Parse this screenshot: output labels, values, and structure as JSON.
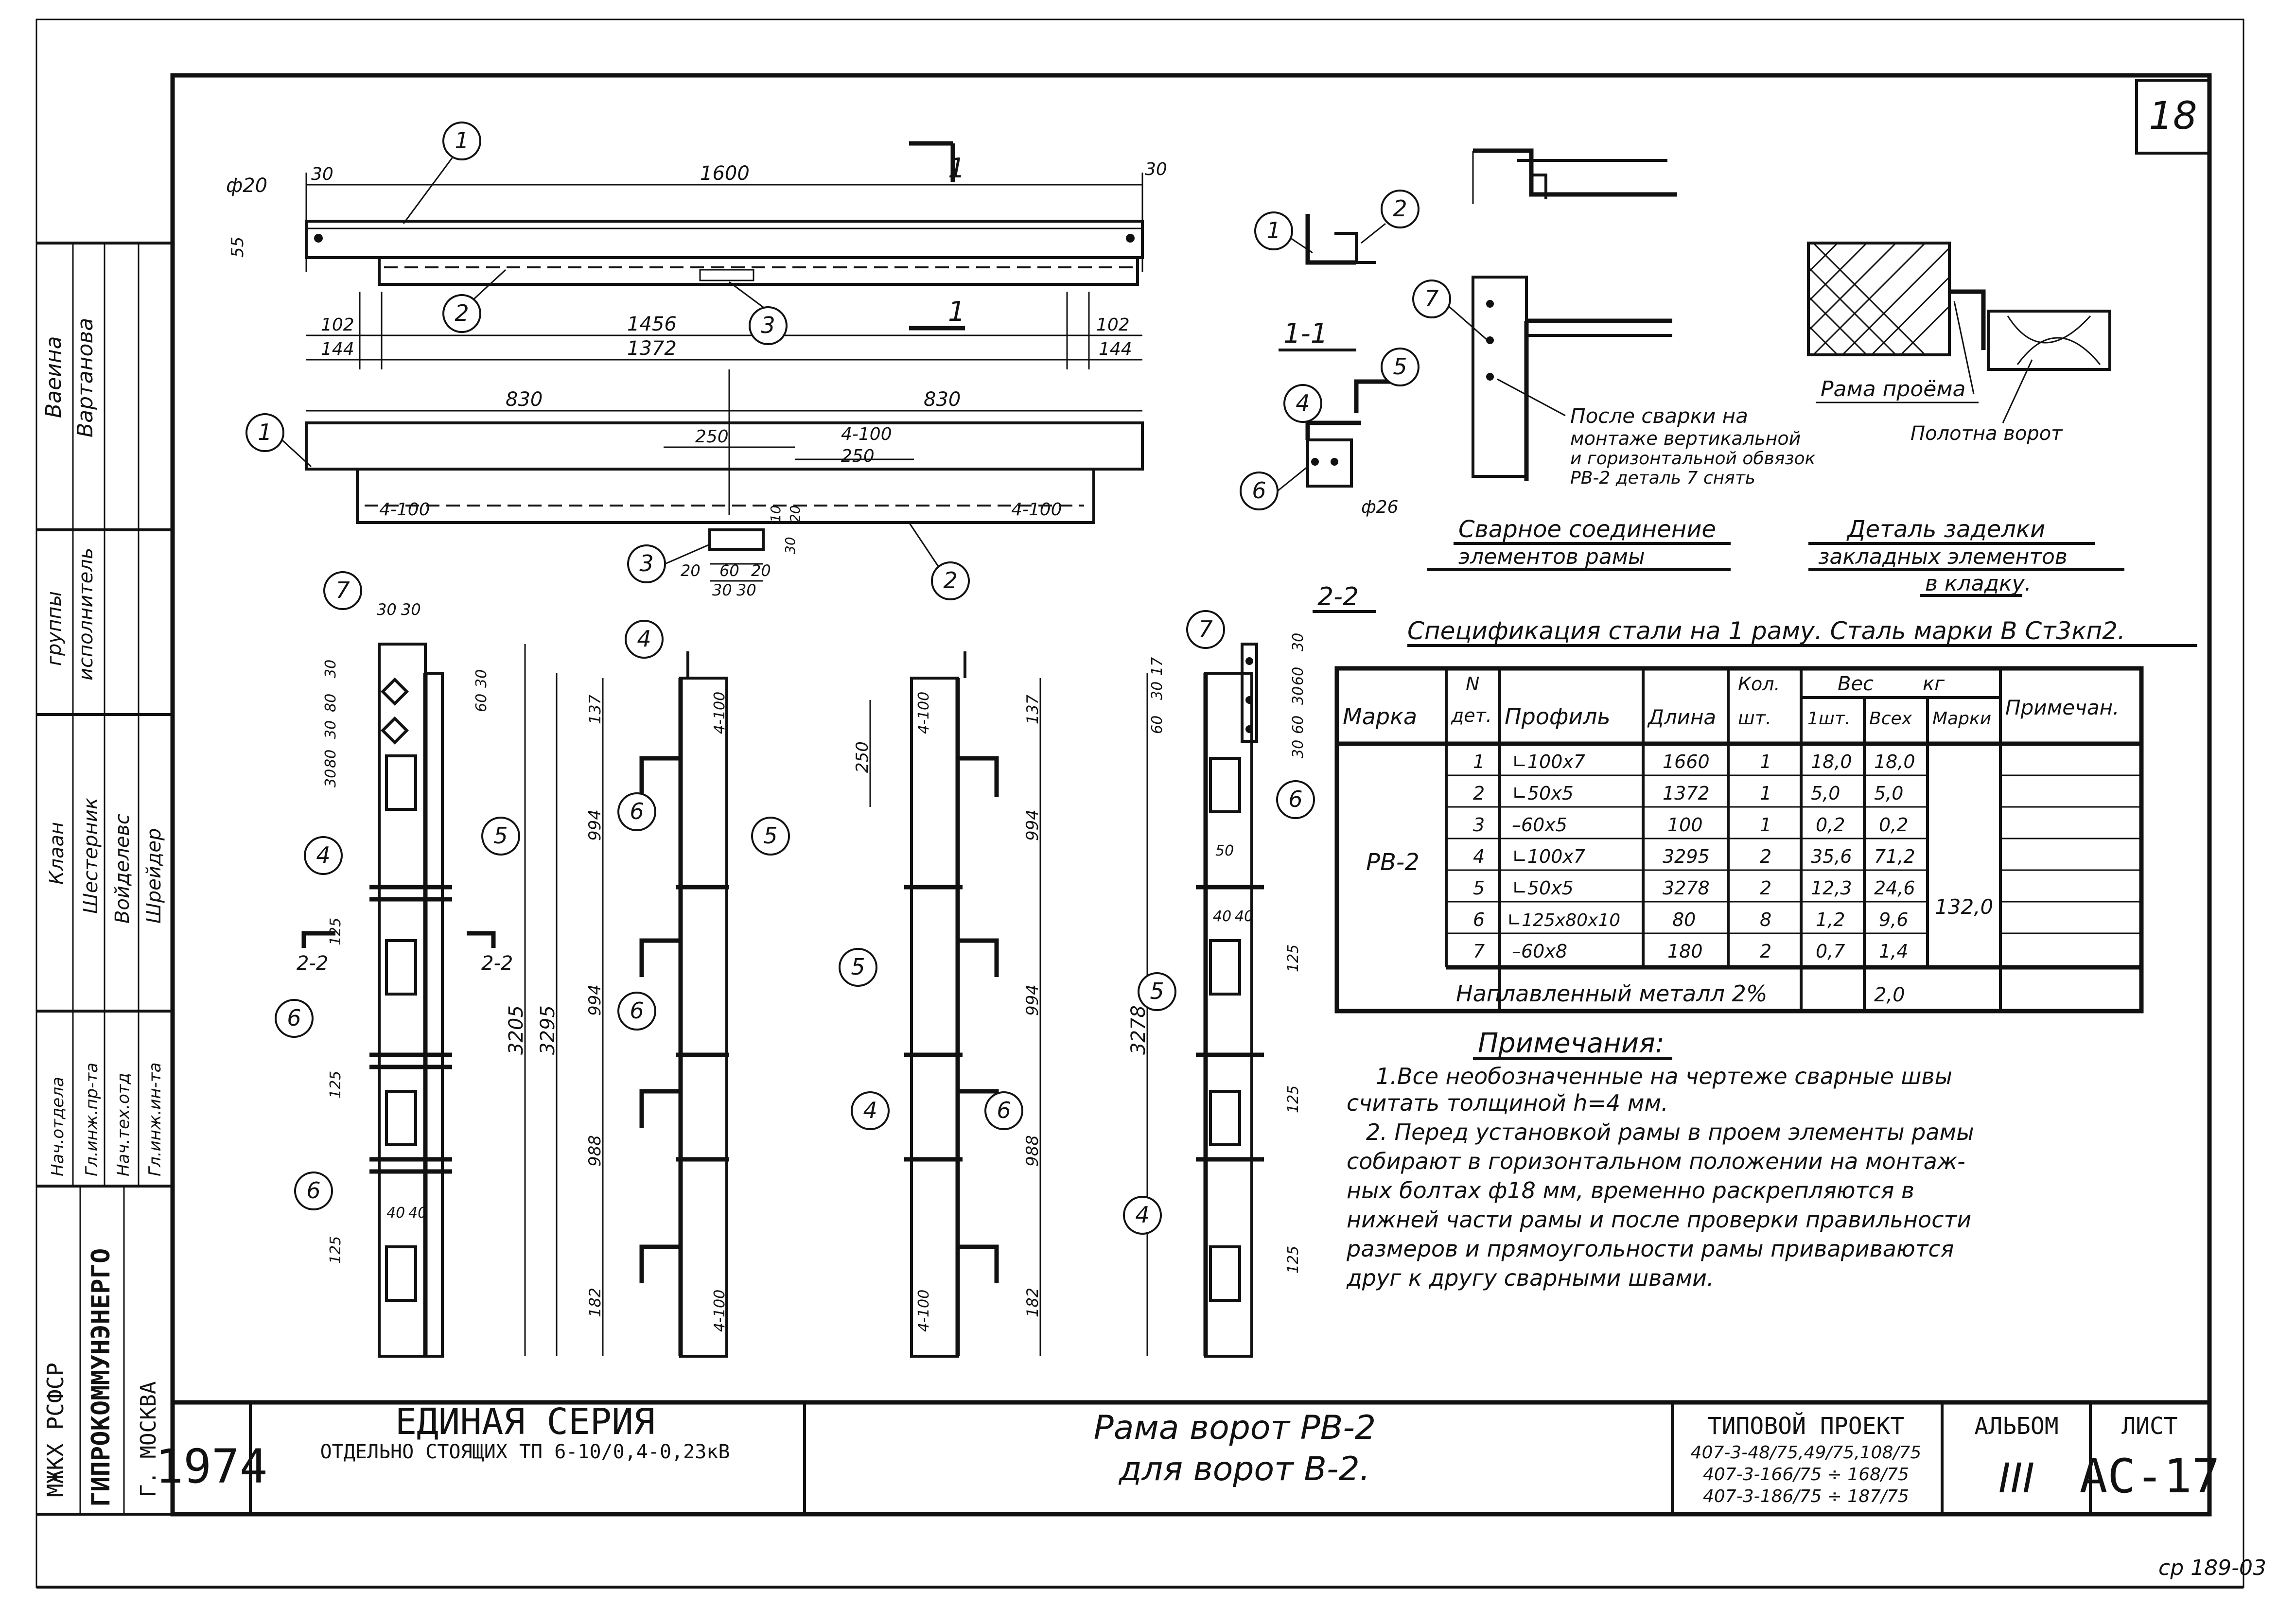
{
  "sheet": {
    "page_number": "18",
    "archive_code": "ср 189-03"
  },
  "left_strip": {
    "org": "МЖКХ РСФСР",
    "institute": "ГИПРОКОММУНЭНЕРГО",
    "city": "Г. МОСКВА",
    "roles": [
      "Гл.инж.ин-та",
      "Нач.тех.отд",
      "Гл.инж.пр-та",
      "Нач.отдела"
    ],
    "signature_names": [
      "Шрейдер",
      "Войделевс",
      "Шестерник",
      "Клаан"
    ],
    "group_label": [
      "группы",
      "исполнитель"
    ],
    "upper_names": [
      "Ваеина",
      "Вартанова"
    ]
  },
  "title_block": {
    "year": "1974",
    "series_title": "ЕДИНАЯ СЕРИЯ",
    "series_subtitle": "ОТДЕЛЬНО СТОЯЩИХ ТП 6-10/0,4-0,23кВ",
    "drawing_title_line1": "Рама ворот РВ-2",
    "drawing_title_line2": "для ворот В-2.",
    "project_label": "ТИПОВОЙ ПРОЕКТ",
    "project_codes": [
      "407-3-48/75,49/75,108/75",
      "407-3-166/75 ÷ 168/75",
      "407-3-186/75 ÷ 187/75"
    ],
    "album_label": "АЛЬБОМ",
    "album_value": "III",
    "sheet_label": "ЛИСТ",
    "sheet_value": "АС-17"
  },
  "views": {
    "section_mark": "1",
    "section_11": "1-1",
    "section_22": "2-2",
    "diam20": "ф20",
    "diam26": "ф26",
    "top_dims": [
      "30",
      "1600",
      "30",
      "55",
      "102",
      "1456",
      "102",
      "144",
      "1372",
      "144",
      "830",
      "830",
      "250",
      "4-100",
      "250"
    ],
    "bottom_dims": [
      "4-100",
      "4-100",
      "20",
      "60",
      "20",
      "30",
      "30",
      "10",
      "20",
      "30"
    ],
    "elev_dims_left": [
      "30",
      "30",
      "30",
      "80",
      "30",
      "80",
      "30",
      "60",
      "30",
      "30",
      "125",
      "125",
      "125",
      "40",
      "40",
      "3205",
      "3295"
    ],
    "elev_dims_mid1": [
      "137",
      "4-100",
      "994",
      "994",
      "988",
      "182",
      "4-100"
    ],
    "elev_dims_mid2": [
      "250",
      "4-100",
      "137",
      "994",
      "994",
      "988",
      "182",
      "4-100"
    ],
    "elev_dims_right": [
      "17",
      "30",
      "60",
      "30",
      "60",
      "30",
      "60",
      "30",
      "60",
      "50",
      "40",
      "40",
      "125",
      "125",
      "125",
      "3278"
    ],
    "weld_note_line1": "После сварки на",
    "weld_note_line2": "монтаже вертикальной",
    "weld_note_line3": "и горизонтальной обвязок",
    "weld_note_line4": "РВ-2 деталь 7 снять",
    "frame_opening": "Рама проёма",
    "gate_leaf": "Полотна ворот",
    "weld_caption_line1": "Сварное соединение",
    "weld_caption_line2": "элементов рамы",
    "detail_caption_line1": "Деталь заделки",
    "detail_caption_line2": "закладных элементов",
    "detail_caption_line3": "в кладку."
  },
  "spec": {
    "title": "Спецификация стали на 1 раму. Сталь марки В Ст3кп2.",
    "headers": {
      "mark": "Марка",
      "det_n": "N",
      "det": "дет.",
      "profile": "Профиль",
      "length": "Длина",
      "qty1": "Кол.",
      "qty2": "шт.",
      "weight": "Вес",
      "kg": "кг",
      "per_piece": "1шт.",
      "total": "Всех",
      "per_mark": "Марки",
      "note": "Примечан."
    },
    "mark_value": "РВ-2",
    "mark_weight": "132,0",
    "rows": [
      {
        "n": "1",
        "profile": "∟100х7",
        "length": "1660",
        "qty": "1",
        "w1": "18,0",
        "wall": "18,0"
      },
      {
        "n": "2",
        "profile": "∟50х5",
        "length": "1372",
        "qty": "1",
        "w1": "5,0",
        "wall": "5,0"
      },
      {
        "n": "3",
        "profile": "–60х5",
        "length": "100",
        "qty": "1",
        "w1": "0,2",
        "wall": "0,2"
      },
      {
        "n": "4",
        "profile": "∟100х7",
        "length": "3295",
        "qty": "2",
        "w1": "35,6",
        "wall": "71,2"
      },
      {
        "n": "5",
        "profile": "∟50х5",
        "length": "3278",
        "qty": "2",
        "w1": "12,3",
        "wall": "24,6"
      },
      {
        "n": "6",
        "profile": "∟125х80х10",
        "length": "80",
        "qty": "8",
        "w1": "1,2",
        "wall": "9,6"
      },
      {
        "n": "7",
        "profile": "–60х8",
        "length": "180",
        "qty": "2",
        "w1": "0,7",
        "wall": "1,4"
      }
    ],
    "weld_metal_label": "Наплавленный металл 2%",
    "weld_metal_value": "2,0"
  },
  "notes": {
    "title": "Примечания:",
    "lines": [
      "1.Все необозначенные на чертеже сварные швы",
      "считать толщиной h=4 мм.",
      "2. Перед установкой рамы в проем элементы рамы",
      "собирают в горизонтальном положении на монтаж-",
      "ных болтах ф18 мм, временно раскрепляются в",
      "нижней части рамы и после проверки правильности",
      "размеров и прямоугольности рамы привариваются",
      "друг к другу сварными швами."
    ]
  },
  "callouts": [
    "1",
    "2",
    "3",
    "4",
    "5",
    "6",
    "7"
  ]
}
